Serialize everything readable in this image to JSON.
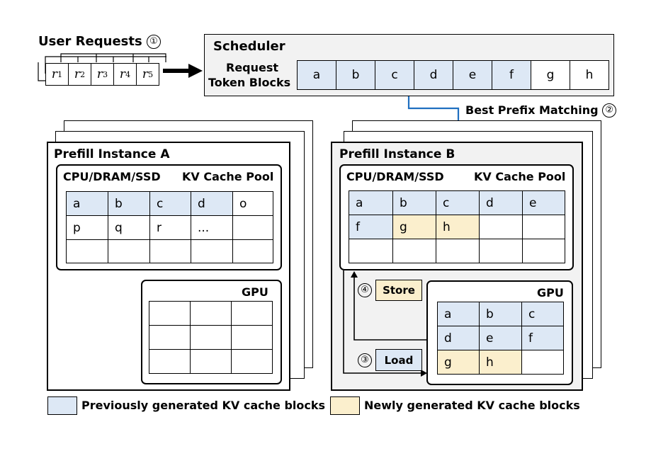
{
  "user_requests": {
    "title": "User Requests",
    "step": "①",
    "requests": [
      {
        "r": "r",
        "sub": "1"
      },
      {
        "r": "r",
        "sub": "2"
      },
      {
        "r": "r",
        "sub": "3"
      },
      {
        "r": "r",
        "sub": "4"
      },
      {
        "r": "r",
        "sub": "5"
      }
    ]
  },
  "scheduler": {
    "title": "Scheduler",
    "label_line1": "Request",
    "label_line2": "Token Blocks",
    "blocks": [
      "a",
      "b",
      "c",
      "d",
      "e",
      "f",
      "g",
      "h"
    ]
  },
  "matching": {
    "label": "Best Prefix Matching",
    "step": "②"
  },
  "instance_a": {
    "title": "Prefill Instance A",
    "pool": {
      "left_label": "CPU/DRAM/SSD",
      "right_label": "KV Cache Pool",
      "rows": [
        [
          "a",
          "b",
          "c",
          "d",
          "o"
        ],
        [
          "p",
          "q",
          "r",
          "...",
          ""
        ],
        [
          "",
          "",
          "",
          "",
          ""
        ]
      ]
    },
    "gpu": {
      "title": "GPU",
      "rows": [
        [
          "",
          "",
          ""
        ],
        [
          "",
          "",
          ""
        ],
        [
          "",
          "",
          ""
        ]
      ]
    }
  },
  "instance_b": {
    "title": "Prefill Instance B",
    "pool": {
      "left_label": "CPU/DRAM/SSD",
      "right_label": "KV Cache Pool",
      "rows": [
        [
          "a",
          "b",
          "c",
          "d",
          "e"
        ],
        [
          "f",
          "g",
          "h",
          "",
          ""
        ],
        [
          "",
          "",
          "",
          "",
          ""
        ]
      ]
    },
    "gpu": {
      "title": "GPU",
      "rows": [
        [
          "a",
          "b",
          "c"
        ],
        [
          "d",
          "e",
          "f"
        ],
        [
          "g",
          "h",
          ""
        ]
      ]
    },
    "store": {
      "step": "④",
      "label": "Store"
    },
    "load": {
      "step": "③",
      "label": "Load"
    }
  },
  "legend": {
    "previous": "Previously generated KV cache blocks",
    "new": "Newly generated KV cache blocks"
  },
  "colors": {
    "previous": "#dde8f5",
    "new": "#fbefcd",
    "arrow_blue": "#1f6fc0"
  }
}
